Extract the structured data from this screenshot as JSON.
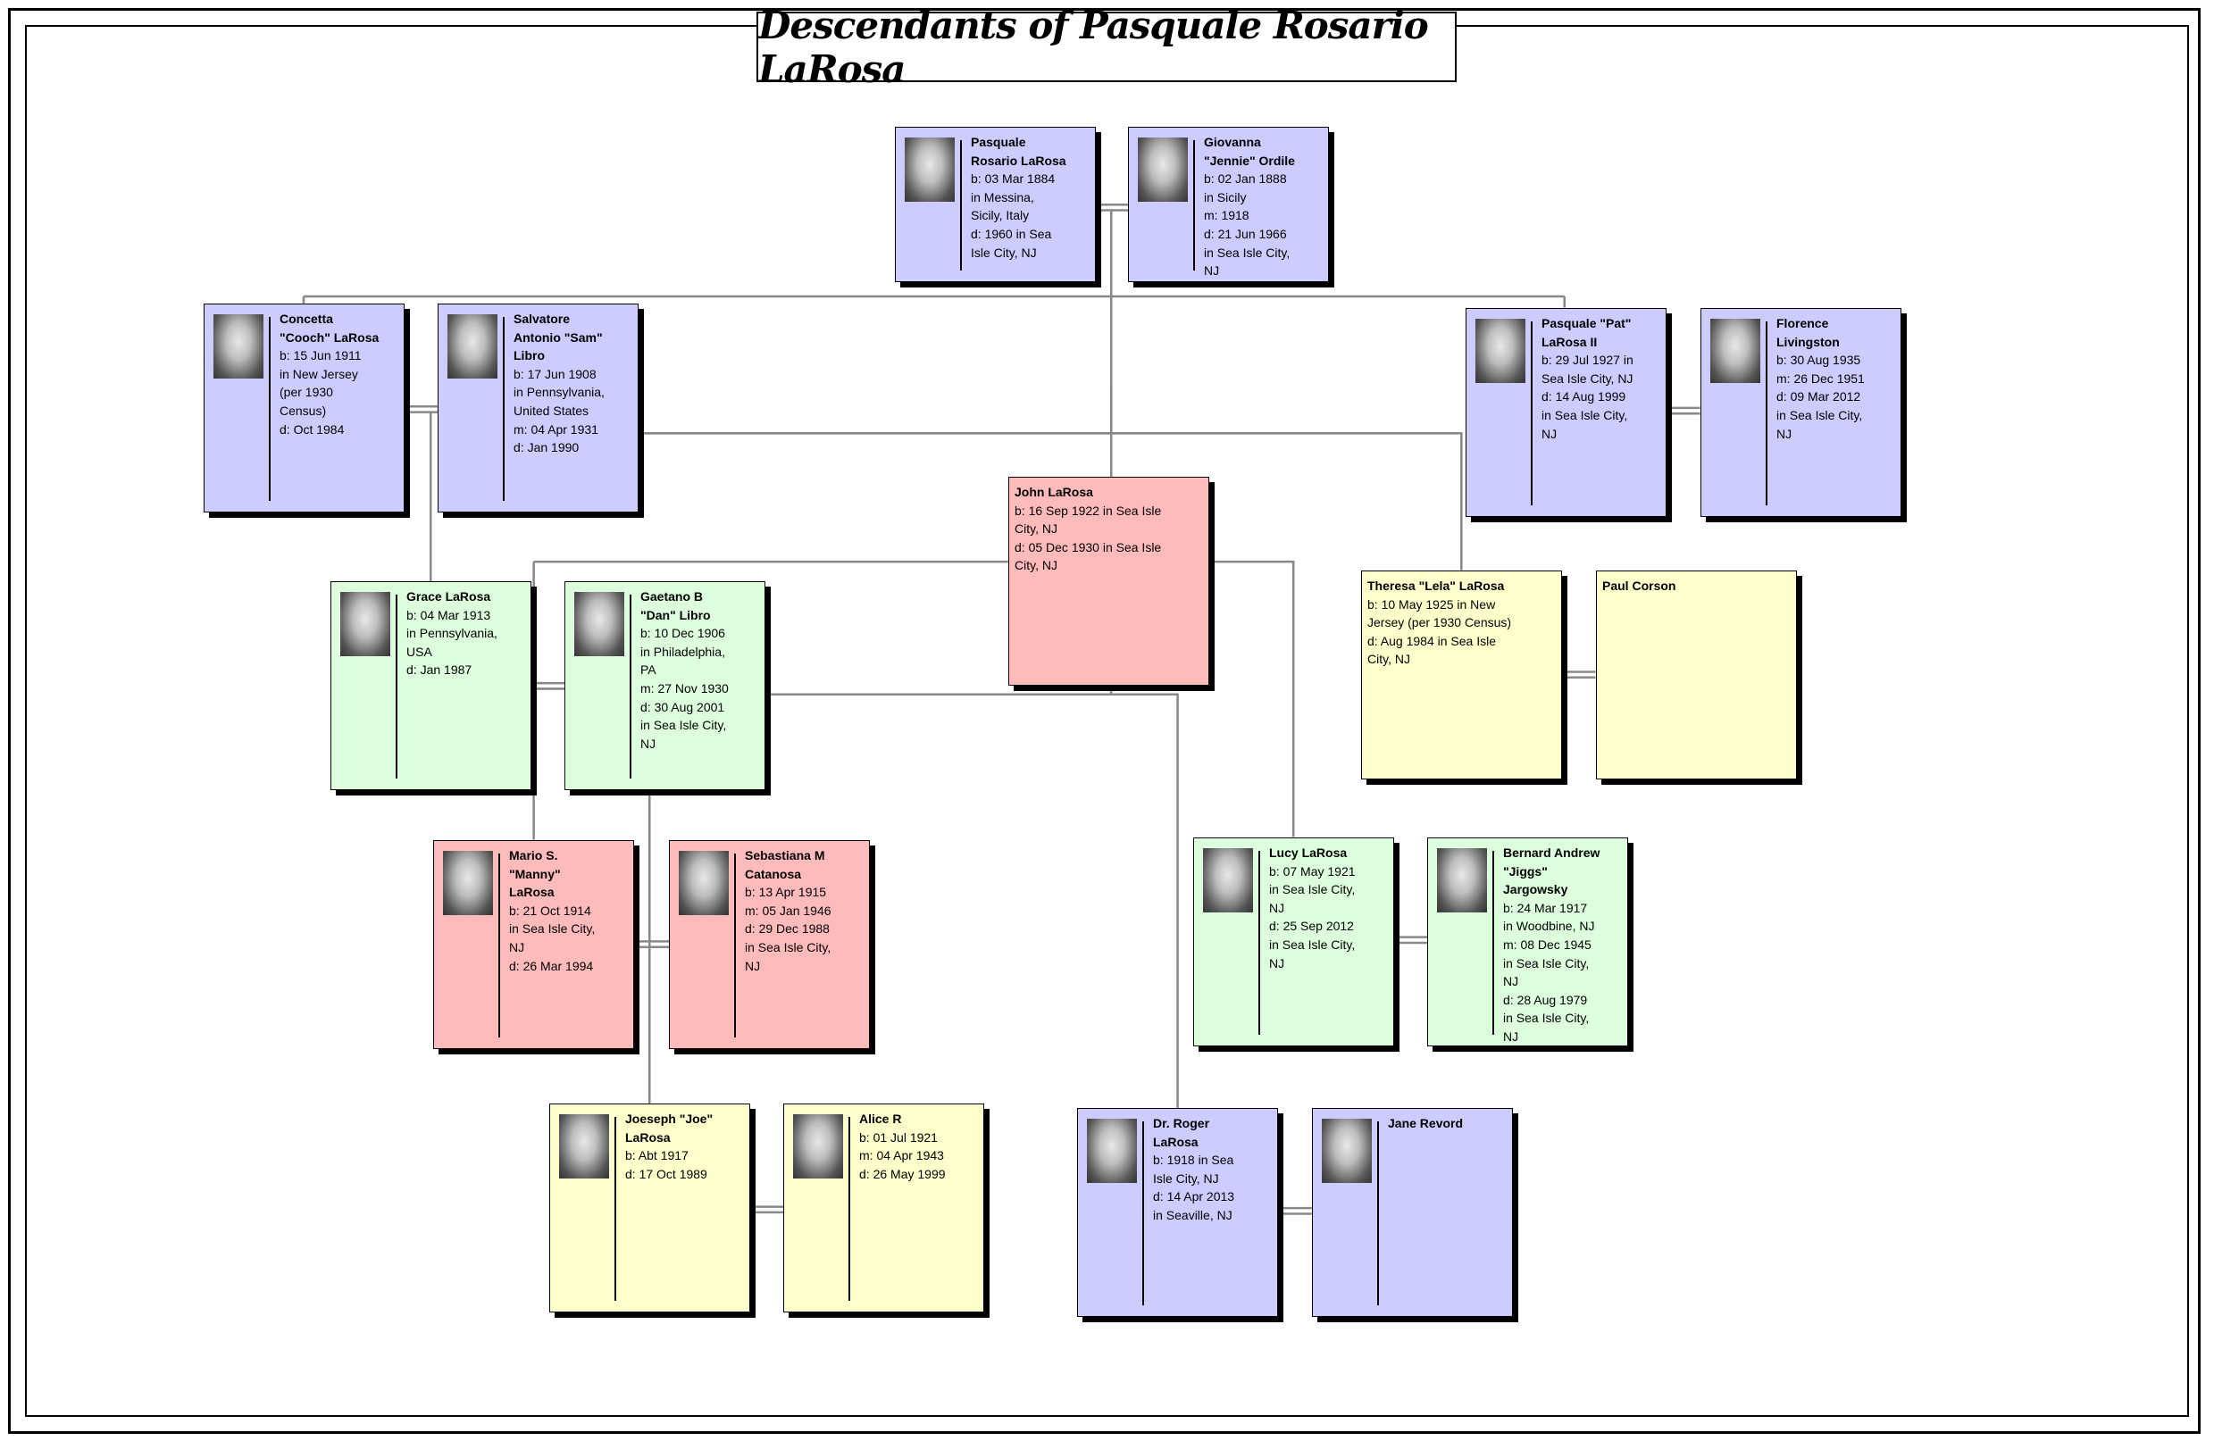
{
  "title": "Descendants of Pasquale Rosario LaRosa",
  "colors": {
    "blue": "#ccccff",
    "green": "#ddffdd",
    "pink": "#ffbbbb",
    "yellow": "#ffffcc",
    "connector": "#888888"
  },
  "people": [
    {
      "id": "pasquale",
      "color": "blue",
      "photo": true,
      "name": [
        "Pasquale",
        "Rosario LaRosa"
      ],
      "lines": [
        "b: 03 Mar 1884",
        "in Messina,",
        "Sicily, Italy",
        "d: 1960 in Sea",
        "Isle City, NJ"
      ]
    },
    {
      "id": "giovanna",
      "color": "blue",
      "photo": true,
      "name": [
        "Giovanna",
        "\"Jennie\" Ordile"
      ],
      "lines": [
        "b: 02 Jan 1888",
        "in Sicily",
        "m: 1918",
        "d: 21 Jun 1966",
        "in Sea Isle City,",
        "NJ"
      ]
    },
    {
      "id": "concetta",
      "color": "blue",
      "photo": true,
      "name": [
        "Concetta",
        "\"Cooch\" LaRosa"
      ],
      "lines": [
        "b: 15 Jun 1911",
        "in New Jersey",
        "(per 1930",
        "Census)",
        "d: Oct 1984"
      ]
    },
    {
      "id": "salvatore",
      "color": "blue",
      "photo": true,
      "name": [
        "Salvatore",
        "Antonio \"Sam\"",
        "Libro"
      ],
      "lines": [
        "b: 17 Jun 1908",
        "in Pennsylvania,",
        "United States",
        "m: 04 Apr 1931",
        "d: Jan 1990"
      ]
    },
    {
      "id": "pat",
      "color": "blue",
      "photo": true,
      "name": [
        "Pasquale \"Pat\"",
        "LaRosa II"
      ],
      "lines": [
        "b: 29 Jul 1927 in",
        "Sea Isle City, NJ",
        "d: 14 Aug 1999",
        "in Sea Isle City,",
        "NJ"
      ]
    },
    {
      "id": "florence",
      "color": "blue",
      "photo": true,
      "name": [
        "Florence",
        "Livingston"
      ],
      "lines": [
        "b: 30 Aug 1935",
        "m: 26 Dec 1951",
        "d: 09 Mar 2012",
        "in Sea Isle City,",
        "NJ"
      ]
    },
    {
      "id": "john",
      "color": "pink",
      "photo": false,
      "name": [
        "John LaRosa"
      ],
      "lines": [
        "b: 16 Sep 1922 in Sea Isle",
        "City, NJ",
        "d: 05 Dec 1930 in Sea Isle",
        "City, NJ"
      ]
    },
    {
      "id": "grace",
      "color": "green",
      "photo": true,
      "name": [
        "Grace LaRosa"
      ],
      "lines": [
        "b: 04 Mar 1913",
        "in Pennsylvania,",
        "USA",
        "d: Jan 1987"
      ]
    },
    {
      "id": "gaetano",
      "color": "green",
      "photo": true,
      "name": [
        "Gaetano B",
        "\"Dan\" Libro"
      ],
      "lines": [
        "b: 10 Dec 1906",
        "in Philadelphia,",
        "PA",
        "m: 27 Nov 1930",
        "d: 30 Aug 2001",
        "in Sea Isle City,",
        "NJ"
      ]
    },
    {
      "id": "theresa",
      "color": "yellow",
      "photo": false,
      "name": [
        "Theresa \"Lela\" LaRosa"
      ],
      "lines": [
        "b: 10 May 1925 in New",
        "Jersey (per 1930 Census)",
        "d: Aug 1984 in Sea Isle",
        "City, NJ"
      ]
    },
    {
      "id": "paul",
      "color": "yellow",
      "photo": false,
      "name": [
        "Paul Corson"
      ],
      "lines": []
    },
    {
      "id": "mario",
      "color": "pink",
      "photo": true,
      "name": [
        "Mario S.",
        "\"Manny\"",
        "LaRosa"
      ],
      "lines": [
        "b: 21 Oct 1914",
        "in Sea Isle City,",
        "NJ",
        "d: 26 Mar 1994"
      ]
    },
    {
      "id": "sebastiana",
      "color": "pink",
      "photo": true,
      "name": [
        "Sebastiana M",
        "Catanosa"
      ],
      "lines": [
        "b: 13 Apr 1915",
        "m: 05 Jan 1946",
        "d: 29 Dec 1988",
        "in Sea Isle City,",
        "NJ"
      ]
    },
    {
      "id": "lucy",
      "color": "green",
      "photo": true,
      "name": [
        "Lucy LaRosa"
      ],
      "lines": [
        "b: 07 May 1921",
        "in Sea Isle City,",
        "NJ",
        "d: 25 Sep 2012",
        "in Sea Isle City,",
        "NJ"
      ]
    },
    {
      "id": "bernard",
      "color": "green",
      "photo": true,
      "name": [
        "Bernard Andrew",
        "\"Jiggs\"",
        "Jargowsky"
      ],
      "lines": [
        "b: 24 Mar 1917",
        "in Woodbine, NJ",
        "m: 08 Dec 1945",
        "in Sea Isle City,",
        "NJ",
        "d: 28 Aug 1979",
        "in Sea Isle City,",
        "NJ"
      ]
    },
    {
      "id": "joeseph",
      "color": "yellow",
      "photo": true,
      "name": [
        "Joeseph \"Joe\"",
        "LaRosa"
      ],
      "lines": [
        "b: Abt 1917",
        "d: 17 Oct 1989"
      ]
    },
    {
      "id": "alice",
      "color": "yellow",
      "photo": true,
      "name": [
        "Alice R"
      ],
      "lines": [
        "b: 01 Jul 1921",
        "m: 04 Apr 1943",
        "d: 26 May 1999"
      ]
    },
    {
      "id": "roger",
      "color": "blue",
      "photo": true,
      "name": [
        "Dr. Roger",
        "LaRosa"
      ],
      "lines": [
        "b: 1918 in Sea",
        "Isle City, NJ",
        "d: 14 Apr 2013",
        "in Seaville, NJ"
      ]
    },
    {
      "id": "jane",
      "color": "blue",
      "photo": true,
      "name": [
        "Jane Revord"
      ],
      "lines": []
    }
  ]
}
